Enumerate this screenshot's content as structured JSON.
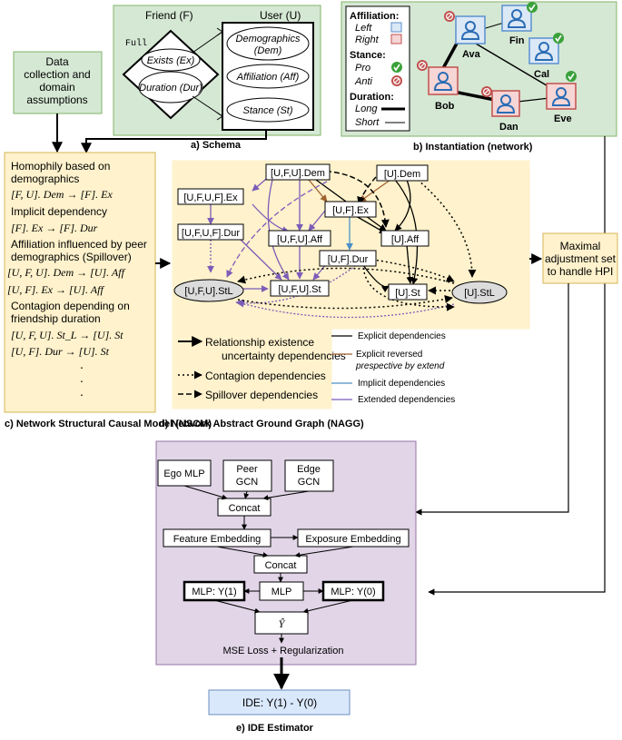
{
  "schema": {
    "friend_label": "Friend (F)",
    "user_label": "User (U)",
    "full_label": "Full",
    "exists": "Exists (Ex)",
    "duration": "Duration (Dur)",
    "demographics_1": "Demographics",
    "demographics_2": "(Dem)",
    "affiliation": "Affiliation (Aff)",
    "stance": "Stance (St)",
    "caption": "a) Schema"
  },
  "data_collection": {
    "line1": "Data",
    "line2": "collection  and",
    "line3": "domain",
    "line4": "assumptions"
  },
  "network": {
    "caption": "b) Instantiation (network)",
    "legend": {
      "affiliation": "Affiliation:",
      "left": "Left",
      "right": "Right",
      "stance": "Stance:",
      "pro": "Pro",
      "anti": "Anti",
      "duration": "Duration:",
      "long": "Long",
      "short": "Short"
    },
    "nodes": {
      "ava": "Ava",
      "fin": "Fin",
      "bob": "Bob",
      "cal": "Cal",
      "dan": "Dan",
      "eve": "Eve"
    },
    "colors": {
      "left_fill": "#dbe8f6",
      "left_stroke": "#5b8fd0",
      "right_fill": "#f6d5d5",
      "right_stroke": "#c0504d",
      "pro": "#3aa13a",
      "anti": "#c0504d"
    }
  },
  "nscm": {
    "caption": "c) Network Structural Causal Model (NSCM)",
    "homophily_1": "Homophily based on",
    "homophily_2": "demographics",
    "eq1": "[F, U]. Dem → [F]. Ex",
    "implicit": "Implicit dependency",
    "eq2": "[F]. Ex → [F]. Dur",
    "affiliation_1": "Affiliation influenced by peer",
    "affiliation_2": "demographics (Spillover)",
    "eq3": "[U, F, U]. Dem → [U]. Aff",
    "eq4": "[U, F]. Ex → [U]. Aff",
    "contagion_1": "Contagion depending on",
    "contagion_2": "friendship duration",
    "eq5": "[U, F, U]. St_L → [U]. St",
    "eq6": "[U, F]. Dur → [U]. St",
    "dots": "."
  },
  "nagg": {
    "caption": "d) Network Abstract Ground Graph (NAGG)",
    "n_ufu_dem": "[U,F,U].Dem",
    "n_u_dem": "[U].Dem",
    "n_ufuf_ex": "[U,F,U,F].Ex",
    "n_uf_ex": "[U,F].Ex",
    "n_ufuf_dur": "[U,F,U,F].Dur",
    "n_ufu_aff": "[U,F,U].Aff",
    "n_u_aff": "[U].Aff",
    "n_uf_dur": "[U,F].Dur",
    "n_ufu_stl": "[U,F,U].StL",
    "n_ufu_st": "[U,F,U].St",
    "n_u_st": "[U].St",
    "n_u_stl": "[U].StL",
    "legend": {
      "rel1": "Relationship existence",
      "rel2": "uncertainty dependencies",
      "contagion": "Contagion dependencies",
      "spillover": "Spillover dependencies",
      "explicit": "Explicit dependencies",
      "reversed1": "Explicit reversed",
      "reversed2": "prespective by extend",
      "implicit": "Implicit dependencies",
      "extended": "Extended dependencies"
    },
    "colors": {
      "explicit": "#000000",
      "reversed": "#a0622d",
      "implicit": "#4a90c8",
      "extended": "#7b5cb8"
    }
  },
  "adjustment": {
    "line1": "Maximal",
    "line2": "adjustment set",
    "line3": "to handle HPI"
  },
  "ide_model": {
    "ego": "Ego MLP",
    "peer1": "Peer",
    "peer2": "GCN",
    "edge1": "Edge",
    "edge2": "GCN",
    "concat1": "Concat",
    "feature": "Feature Embedding",
    "exposure": "Exposure Embedding",
    "concat2": "Concat",
    "mlp_y1": "MLP: Y(1)",
    "mlp": "MLP",
    "mlp_y0": "MLP: Y(0)",
    "yhat": "Ŷ",
    "loss": "MSE Loss + Regularization",
    "ide": "IDE: Y(1) - Y(0)",
    "caption": "e) IDE Estimator"
  }
}
